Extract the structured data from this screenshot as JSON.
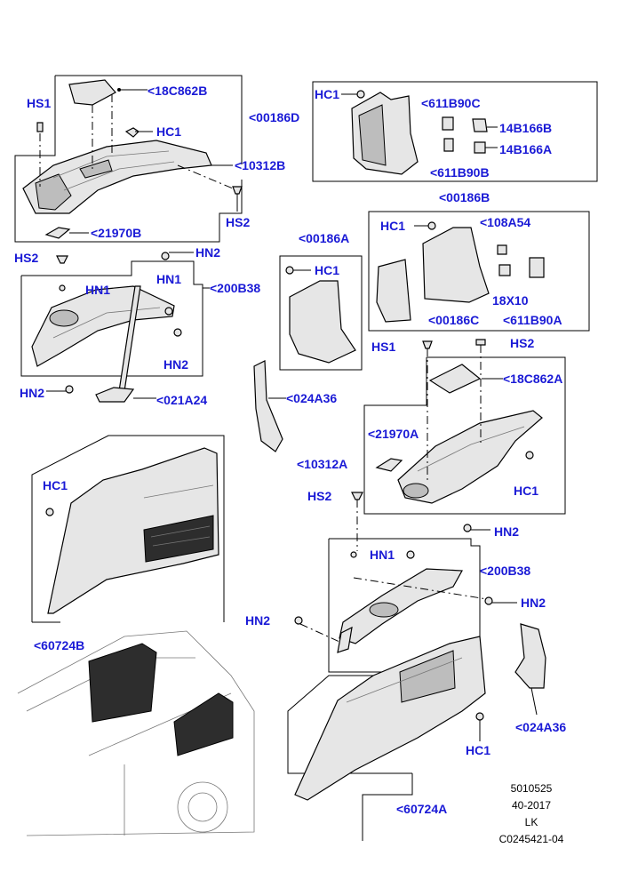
{
  "labels": {
    "hs1_a": "HS1",
    "c18c862b": "<18C862B",
    "hc1_a": "HC1",
    "c10312b": "<10312B",
    "hs2_a": "HS2",
    "c21970b": "<21970B",
    "hc1_b": "HC1",
    "c00186d": "<00186D",
    "c611b90c": "<611B90C",
    "c14b166b": "14B166B",
    "c14b166a": "14B166A",
    "c611b90b": "<611B90B",
    "c00186b": "<00186B",
    "hc1_c": "HC1",
    "c108a54": "<108A54",
    "c18x10": "18X10",
    "c00186c": "<00186C",
    "c611b90a": "<611B90A",
    "c00186a": "<00186A",
    "hc1_d": "HC1",
    "hn2_a": "HN2",
    "hs2_b": "HS2",
    "hn1_a": "HN1",
    "hn1_b": "HN1",
    "c200b38_a": "<200B38",
    "hn2_b": "HN2",
    "hn2_c": "HN2",
    "c021a24": "<021A24",
    "c024a36_a": "<024A36",
    "hs1_b": "HS1",
    "hs2_c": "HS2",
    "c18c862a": "<18C862A",
    "c21970a": "<21970A",
    "c10312a": "<10312A",
    "hc1_e": "HC1",
    "hs2_d": "HS2",
    "hc1_f": "HC1",
    "hn2_d": "HN2",
    "hn1_c": "HN1",
    "c200b38_b": "<200B38",
    "hn2_e": "HN2",
    "hn2_f": "HN2",
    "c024a36_b": "<024A36",
    "c60724b": "<60724B",
    "hc1_g": "HC1",
    "c60724a": "<60724A"
  },
  "codes": {
    "line1": "5010525",
    "line2": "40-2017",
    "line3": "LK",
    "line4": "C0245421-04"
  },
  "colors": {
    "callout": "#1a1ad6",
    "line": "#000000",
    "part_fill": "#e6e6e6"
  }
}
